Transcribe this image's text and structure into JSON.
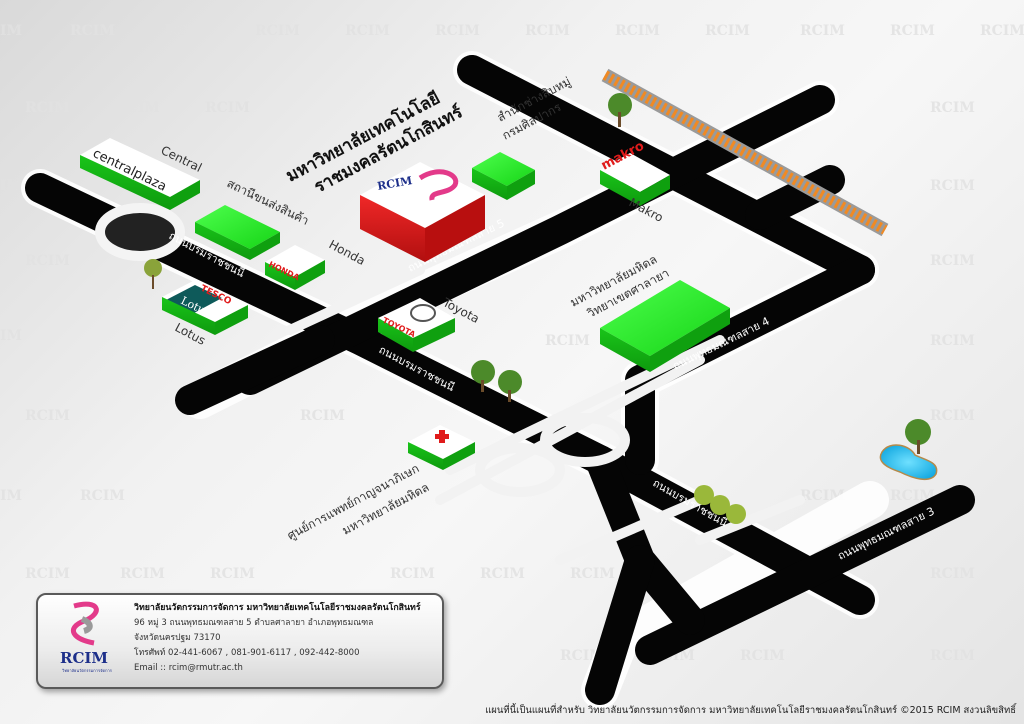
{
  "map": {
    "title_line1": "มหาวิทยาลัยเทคโนโลยี",
    "title_line2": "ราชมงคลรัตนโกสินทร์",
    "watermark": "RCIM",
    "rcim_building_logo": "RCIM",
    "roads": {
      "borommaratchachonnani_1": "ถนนบรมราชชนนี",
      "borommaratchachonnani_2": "ถนนบรมราชชนนี",
      "borommaratchachonnani_3": "ถนนบรมราชชนนี",
      "phutthamonthon_5": "ถนนพุทธมณฑลสาย 5",
      "phutthamonthon_4": "ถนนพุทธมณฑลสาย 4",
      "phutthamonthon_3": "ถนนพุทธมณฑลสาย 3"
    },
    "places": {
      "central_logo": "centralplaza",
      "central_label": "Central",
      "distribution_center": "สถานีขนส่งสินค้า",
      "honda_logo": "HONDA",
      "honda_label": "Honda",
      "tesco_logo": "TESCO",
      "lotus_logo": "Lotus",
      "lotus_label": "Lotus",
      "toyota_logo": "TOYOTA",
      "toyota_label": "Toyota",
      "fine_arts_line1": "สำนักช่างสิบหมู่",
      "fine_arts_line2": "กรมศิลปากร",
      "makro_logo": "makro",
      "makro_label": "Makro",
      "mahidol_line1": "มหาวิทยาลัยมหิดล",
      "mahidol_line2": "วิทยาเขตศาลายา",
      "hospital_line1": "ศูนย์การแพทย์กาญจนาภิเษก",
      "hospital_line2": "มหาวิทยาลัยมหิดล"
    },
    "colors": {
      "building_green": "#1ee81e",
      "rcim_red": "#e01b1b",
      "road_black": "#050505",
      "rail_orange": "#f08a24",
      "pool_blue": "#29c5f0"
    }
  },
  "info": {
    "logo_text": "RCIM",
    "logo_sub": "วิทยาลัยนวัตกรรมการจัดการ",
    "org_name": "วิทยาลัยนวัตกรรมการจัดการ มหาวิทยาลัยเทคโนโลยีราชมงคลรัตนโกสินทร์",
    "address_line1": "96 หมู่ 3 ถนนพุทธมณฑลสาย 5 ตำบลศาลายา อำเภอพุทธมณฑล",
    "address_line2": "จังหวัดนครปฐม 73170",
    "phone": "โทรศัพท์ 02-441-6067 , 081-901-6117 , 092-442-8000",
    "email": "Email :: rcim@rmutr.ac.th"
  },
  "footer": {
    "text": "แผนที่นี้เป็นแผนที่สำหรับ วิทยาลัยนวัตกรรมการจัดการ มหาวิทยาลัยเทคโนโลยีราชมงคลรัตนโกสินทร์ ©2015 RCIM สงวนลิขสิทธิ์"
  }
}
